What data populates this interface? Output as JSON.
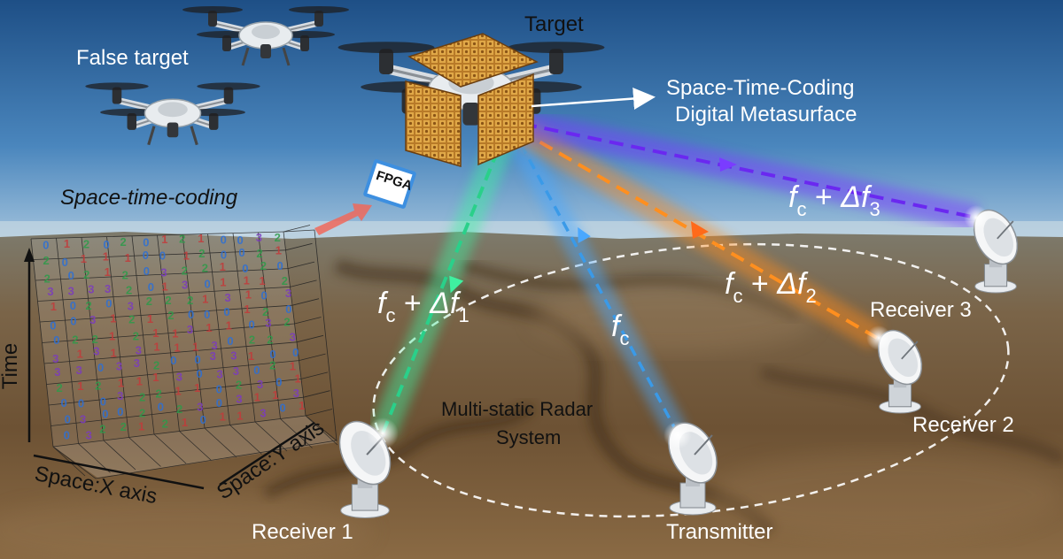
{
  "labels": {
    "target": "Target",
    "false_target": "False target",
    "metasurface_line1": "Space-Time-Coding",
    "metasurface_line2": "Digital Metasurface",
    "fpga": "FPGA",
    "space_time_coding": "Space-time-coding",
    "time_axis": "Time",
    "space_x_axis": "Space:X axis",
    "space_y_axis": "Space:Y axis",
    "radar_line1": "Multi-static Radar",
    "radar_line2": "System",
    "receiver1": "Receiver 1",
    "receiver2": "Receiver 2",
    "receiver3": "Receiver 3",
    "transmitter": "Transmitter"
  },
  "freq_labels": {
    "f1": {
      "base": "f",
      "base_sub": "c",
      "op": "+",
      "delta": "Δf",
      "delta_sub": "1"
    },
    "f2": {
      "base": "f",
      "base_sub": "c",
      "op": "+",
      "delta": "Δf",
      "delta_sub": "2"
    },
    "f3": {
      "base": "f",
      "base_sub": "c",
      "op": "+",
      "delta": "Δf",
      "delta_sub": "3"
    },
    "fc": {
      "base": "f",
      "base_sub": "c"
    }
  },
  "beam_colors": {
    "receiver1": "#3ff0a0",
    "receiver2": "#ff8c1a",
    "receiver3": "#7a3cff",
    "transmitter": "#4aa8ff"
  },
  "coding_digits": [
    "0",
    "1",
    "2",
    "3"
  ],
  "coding_colors": [
    "#2c6fd6",
    "#c23b3b",
    "#2f9a4a",
    "#7b3bbf"
  ]
}
